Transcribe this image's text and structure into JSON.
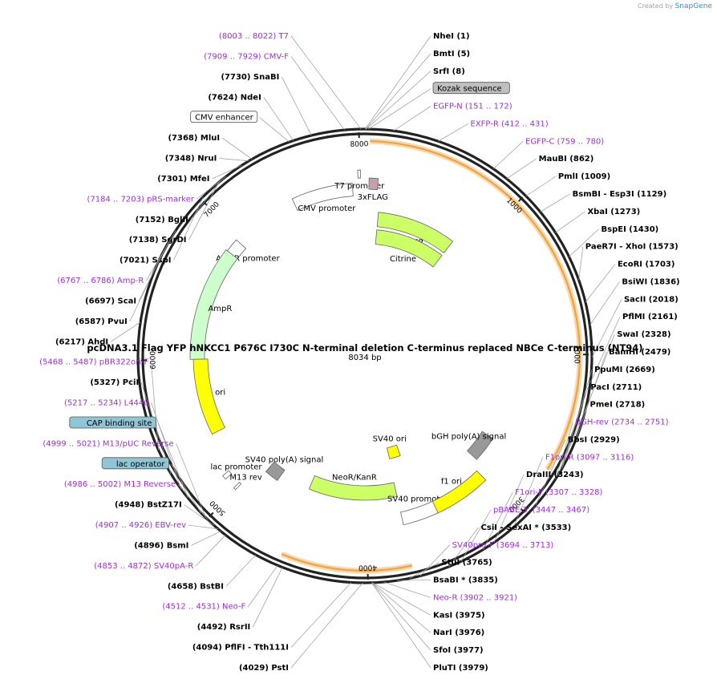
{
  "brand": {
    "created_by": "Created by",
    "product": "SnapGene"
  },
  "plasmid": {
    "name": "pcDNA3.1 Flag YFP hNKCC1 P676C I730C N-terminal deletion C-terminus replaced NBCe C-terminus (NT94)",
    "size_label": "8034 bp",
    "length": 8034
  },
  "colors": {
    "enzyme": "#000000",
    "primer": "#9b30d0",
    "feature_yellow": "#ffff00",
    "feature_green": "#ccff66",
    "orf_orange": "#f2a23c",
    "promoter": "#ffffff"
  },
  "ruler": [
    {
      "label": "1000",
      "pos": 1000
    },
    {
      "label": "2000",
      "pos": 2000
    },
    {
      "label": "3000",
      "pos": 3000
    },
    {
      "label": "4000",
      "pos": 4000
    },
    {
      "label": "5000",
      "pos": 5000
    },
    {
      "label": "6000",
      "pos": 6000
    },
    {
      "label": "7000",
      "pos": 7000
    },
    {
      "label": "8000",
      "pos": 8000
    }
  ],
  "features": [
    {
      "label": "CMV promoter",
      "start": 7480,
      "end": 7940,
      "type": "promoter"
    },
    {
      "label": "T7 promoter",
      "start": 7984,
      "end": 8003,
      "type": "small"
    },
    {
      "label": "3xFLAG",
      "start": 30,
      "end": 96,
      "type": "flag"
    },
    {
      "label": "mEYFP",
      "start": 120,
      "end": 836,
      "type": "cds"
    },
    {
      "label": "Citrine",
      "start": 120,
      "end": 836,
      "type": "cds_inner"
    },
    {
      "label": "AmpR promoter",
      "start": 6860,
      "end": 6965,
      "type": "promoter"
    },
    {
      "label": "AmpR",
      "start": 6000,
      "end": 6860,
      "type": "ampr"
    },
    {
      "label": "ori",
      "start": 5420,
      "end": 6000,
      "type": "ori"
    },
    {
      "label": "lac promoter",
      "start": 5100,
      "end": 5130,
      "type": "small"
    },
    {
      "label": "M13 rev",
      "start": 5000,
      "end": 5017,
      "type": "small"
    },
    {
      "label": "SV40 poly(A) signal",
      "start": 4800,
      "end": 4922,
      "type": "polya"
    },
    {
      "label": "NeoR/KanR",
      "start": 3730,
      "end": 4525,
      "type": "neor"
    },
    {
      "label": "SV40 promoter",
      "start": 3400,
      "end": 3730,
      "type": "promoter"
    },
    {
      "label": "SV40 ori",
      "start": 3580,
      "end": 3716,
      "type": "svori"
    },
    {
      "label": "f1 ori",
      "start": 3030,
      "end": 3460,
      "type": "f1"
    },
    {
      "label": "bGH poly(A) signal",
      "start": 2740,
      "end": 2965,
      "type": "polya"
    }
  ],
  "left_labels": [
    {
      "text": "(8003 .. 8022)  T7",
      "pos": 8012,
      "type": "primer"
    },
    {
      "text": "(7909 .. 7929)  CMV-F",
      "pos": 7919,
      "type": "primer"
    },
    {
      "text": "(7730)  SnaBI",
      "pos": 7730,
      "type": "enzyme"
    },
    {
      "text": "(7624)  NdeI",
      "pos": 7624,
      "type": "enzyme"
    },
    {
      "text": "CMV enhancer",
      "pos": 7600,
      "type": "boxed"
    },
    {
      "text": "(7368)  MluI",
      "pos": 7368,
      "type": "enzyme"
    },
    {
      "text": "(7348)  NruI",
      "pos": 7348,
      "type": "enzyme"
    },
    {
      "text": "(7301)  MfeI",
      "pos": 7301,
      "type": "enzyme"
    },
    {
      "text": "(7184 .. 7203)  pRS-marker",
      "pos": 7193,
      "type": "primer"
    },
    {
      "text": "(7152)  BglII",
      "pos": 7152,
      "type": "enzyme"
    },
    {
      "text": "(7138)  SgrDI",
      "pos": 7138,
      "type": "enzyme"
    },
    {
      "text": "(7021)  SspI",
      "pos": 7021,
      "type": "enzyme"
    },
    {
      "text": "(6767 .. 6786)  Amp-R",
      "pos": 6776,
      "type": "primer"
    },
    {
      "text": "(6697)  ScaI",
      "pos": 6697,
      "type": "enzyme"
    },
    {
      "text": "(6587)  PvuI",
      "pos": 6587,
      "type": "enzyme"
    },
    {
      "text": "(6217)  AhdI",
      "pos": 6217,
      "type": "enzyme"
    },
    {
      "text": "(5468 .. 5487)  pBR322ori-F",
      "pos": 5478,
      "type": "primer"
    },
    {
      "text": "(5327)  PciI",
      "pos": 5327,
      "type": "enzyme"
    },
    {
      "text": "(5217 .. 5234)  L4440",
      "pos": 5225,
      "type": "primer"
    },
    {
      "text": "CAP binding site",
      "pos": 5160,
      "type": "boxed_blue"
    },
    {
      "text": "(4999 .. 5021)  M13/pUC Reverse",
      "pos": 5010,
      "type": "primer"
    },
    {
      "text": "lac operator",
      "pos": 5050,
      "type": "boxed_blue"
    },
    {
      "text": "(4986 .. 5002)  M13 Reverse",
      "pos": 4994,
      "type": "primer"
    },
    {
      "text": "(4948)  BstZ17I",
      "pos": 4948,
      "type": "enzyme"
    },
    {
      "text": "(4907 .. 4926)  EBV-rev",
      "pos": 4916,
      "type": "primer"
    },
    {
      "text": "(4896)  BsmI",
      "pos": 4896,
      "type": "enzyme"
    },
    {
      "text": "(4853 .. 4872)  SV40pA-R",
      "pos": 4862,
      "type": "primer"
    },
    {
      "text": "(4658)  BstBI",
      "pos": 4658,
      "type": "enzyme"
    },
    {
      "text": "(4512 .. 4531)  Neo-F",
      "pos": 4521,
      "type": "primer"
    },
    {
      "text": "(4492)  RsrII",
      "pos": 4492,
      "type": "enzyme"
    },
    {
      "text": "(4094)  PflFI - Tth111I",
      "pos": 4094,
      "type": "enzyme"
    },
    {
      "text": "(4029)  PstI",
      "pos": 4029,
      "type": "enzyme"
    }
  ],
  "right_labels": [
    {
      "text": "NheI  (1)",
      "pos": 1,
      "type": "enzyme"
    },
    {
      "text": "BmtI  (5)",
      "pos": 5,
      "type": "enzyme"
    },
    {
      "text": "SrfI  (8)",
      "pos": 8,
      "type": "enzyme"
    },
    {
      "text": "Kozak sequence",
      "pos": 20,
      "type": "boxed_gray"
    },
    {
      "text": "EGFP-N  (151 .. 172)",
      "pos": 161,
      "type": "primer"
    },
    {
      "text": "EXFP-R  (412 .. 431)",
      "pos": 421,
      "type": "primer"
    },
    {
      "text": "EGFP-C  (759 .. 780)",
      "pos": 769,
      "type": "primer"
    },
    {
      "text": "MauBI  (862)",
      "pos": 862,
      "type": "enzyme"
    },
    {
      "text": "PmlI  (1009)",
      "pos": 1009,
      "type": "enzyme"
    },
    {
      "text": "BsmBI - Esp3I  (1129)",
      "pos": 1129,
      "type": "enzyme"
    },
    {
      "text": "XbaI  (1273)",
      "pos": 1273,
      "type": "enzyme"
    },
    {
      "text": "BspEI  (1430)",
      "pos": 1430,
      "type": "enzyme"
    },
    {
      "text": "PaeR7I - XhoI  (1573)",
      "pos": 1573,
      "type": "enzyme"
    },
    {
      "text": "EcoRI  (1703)",
      "pos": 1703,
      "type": "enzyme"
    },
    {
      "text": "BsiWI  (1836)",
      "pos": 1836,
      "type": "enzyme"
    },
    {
      "text": "SacII  (2018)",
      "pos": 2018,
      "type": "enzyme"
    },
    {
      "text": "PflMI  (2161)",
      "pos": 2161,
      "type": "enzyme"
    },
    {
      "text": "SwaI  (2328)",
      "pos": 2328,
      "type": "enzyme"
    },
    {
      "text": "BamHI  (2479)",
      "pos": 2479,
      "type": "enzyme"
    },
    {
      "text": "PpuMI  (2669)",
      "pos": 2669,
      "type": "enzyme"
    },
    {
      "text": "PacI  (2711)",
      "pos": 2711,
      "type": "enzyme"
    },
    {
      "text": "PmeI  (2718)",
      "pos": 2718,
      "type": "enzyme"
    },
    {
      "text": "BGH-rev  (2734 .. 2751)",
      "pos": 2742,
      "type": "primer"
    },
    {
      "text": "BbsI  (2929)",
      "pos": 2929,
      "type": "enzyme"
    },
    {
      "text": "F1ori-R  (3097 .. 3116)",
      "pos": 3106,
      "type": "primer"
    },
    {
      "text": "DraIII  (3243)",
      "pos": 3243,
      "type": "enzyme"
    },
    {
      "text": "F1ori-F  (3307 .. 3328)",
      "pos": 3317,
      "type": "primer"
    },
    {
      "text": "pBABE 3'  (3447 .. 3467)",
      "pos": 3457,
      "type": "primer"
    },
    {
      "text": "CsiI - SexAI *  (3533)",
      "pos": 3533,
      "type": "enzyme"
    },
    {
      "text": "SV40pro-F  (3694 .. 3713)",
      "pos": 3703,
      "type": "primer"
    },
    {
      "text": "StuI  (3765)",
      "pos": 3765,
      "type": "enzyme"
    },
    {
      "text": "BsaBI *  (3835)",
      "pos": 3835,
      "type": "enzyme"
    },
    {
      "text": "Neo-R  (3902 .. 3921)",
      "pos": 3911,
      "type": "primer"
    },
    {
      "text": "KasI  (3975)",
      "pos": 3975,
      "type": "enzyme"
    },
    {
      "text": "NarI  (3976)",
      "pos": 3976,
      "type": "enzyme"
    },
    {
      "text": "SfoI  (3977)",
      "pos": 3977,
      "type": "enzyme"
    },
    {
      "text": "PluTI  (3979)",
      "pos": 3979,
      "type": "enzyme"
    }
  ]
}
